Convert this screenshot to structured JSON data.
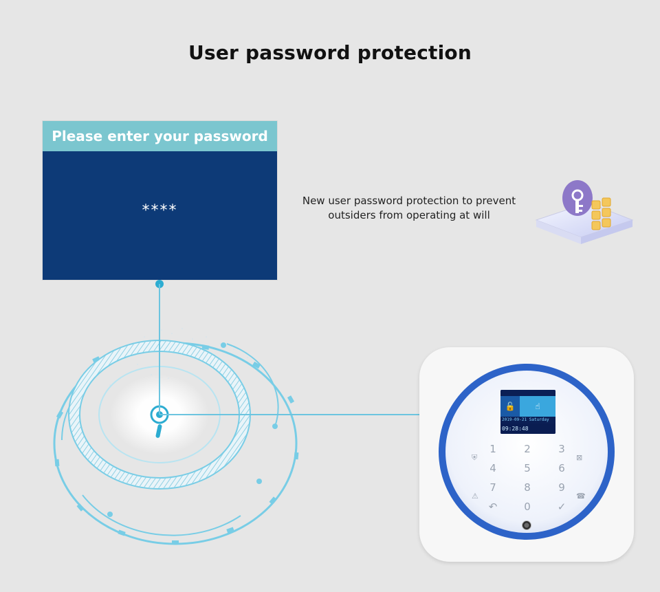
{
  "heading": "User password protection",
  "password_panel": {
    "header": "Please enter your password",
    "masked_value": "****"
  },
  "description": {
    "line1": "New user password protection to prevent",
    "line2": "outsiders from operating at will"
  },
  "device": {
    "screen": {
      "date": "2019-09-21 Saturday",
      "time": "09:28:48"
    },
    "keypad": {
      "keys": [
        "1",
        "2",
        "3",
        "4",
        "5",
        "6",
        "7",
        "8",
        "9",
        "0"
      ],
      "back_symbol": "↶",
      "ok_symbol": "✓"
    }
  },
  "colors": {
    "accent": "#7bc6cf",
    "panel": "#0d3a77",
    "device_ring": "#2d63c8",
    "radial_line": "#78cde6",
    "bg": "#e6e6e6"
  }
}
